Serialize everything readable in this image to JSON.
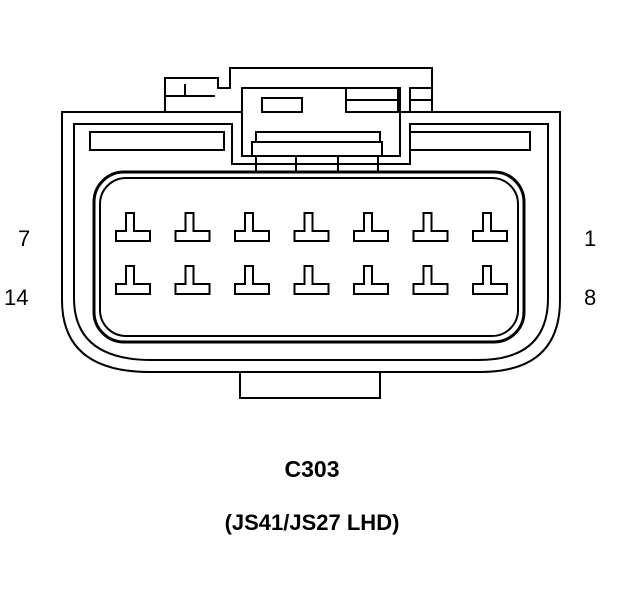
{
  "connector": {
    "id": "C303",
    "variant": "(JS41/JS27 LHD)",
    "pin_labels": {
      "top_left": "7",
      "top_right": "1",
      "bottom_left": "14",
      "bottom_right": "8"
    },
    "rows": 2,
    "pins_per_row": 7,
    "line_color": "#000000",
    "background": "#ffffff"
  }
}
